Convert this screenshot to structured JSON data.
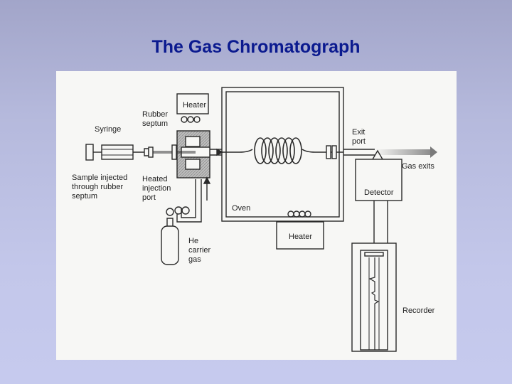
{
  "slide": {
    "title": "The Gas Chromatograph"
  },
  "labels": {
    "heater_top": "Heater",
    "rubber_septum_1": "Rubber",
    "rubber_septum_2": "septum",
    "syringe": "Syringe",
    "sample_1": "Sample injected",
    "sample_2": "through rubber",
    "sample_3": "septum",
    "heated_1": "Heated",
    "heated_2": "injection",
    "heated_3": "port",
    "exit_1": "Exit",
    "exit_2": "port",
    "gas_exits": "Gas exits",
    "detector": "Detector",
    "oven": "Oven",
    "heater_bottom": "Heater",
    "he_1": "He",
    "he_2": "carrier",
    "he_3": "gas",
    "recorder": "Recorder"
  },
  "colors": {
    "title": "#0b1a8f",
    "line": "#2a2a2a"
  }
}
